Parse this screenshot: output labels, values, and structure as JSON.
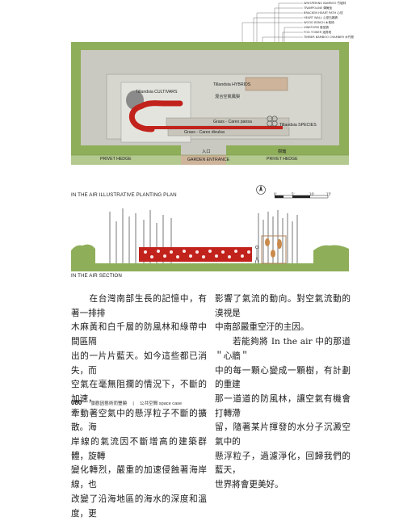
{
  "legend": [
    {
      "en": "WHISPERING BAMBOO",
      "zh": "竹噓林"
    },
    {
      "en": "TRAMPOLINE",
      "zh": "彈簧墊"
    },
    {
      "en": "BRACKEN HEART PATH",
      "zh": "心徑"
    },
    {
      "en": "HEART WALL",
      "zh": "心型石牆牆"
    },
    {
      "en": "WOOD BENCH",
      "zh": "木長椅"
    },
    {
      "en": "VINEFORM",
      "zh": "藤型牆"
    },
    {
      "en": "FOG TOWER",
      "zh": "迷霧塔"
    },
    {
      "en": "TIMBER BAMBOO CHAMBER",
      "zh": "木竹間"
    }
  ],
  "plan": {
    "tillandsia_cultivars": "Tillandsia CULTIVARS",
    "tillandsia_hybrids": "Tillandsia HYBRIDS",
    "mixed_air_plants": "混合空氣鳳梨",
    "grass_pansa": "Grass - Carex pansa",
    "grass_divulsa": "Grass - Carex divulsa",
    "tillandsia_species": "Tillandsia SPECIES",
    "entrance_zh": "入口",
    "exit_zh": "樹籬",
    "privet_hedge_left": "PRIVET HEDGE",
    "garden_entrance": "GARDEN ENTRANCE",
    "privet_hedge_right": "PRIVET HEDGE",
    "caption": "IN THE AIR ILLUSTRATIVE PLANTING PLAN",
    "scale_labels": [
      "0'",
      "5'",
      "10'",
      "15'"
    ]
  },
  "section": {
    "caption": "IN THE AIR SECTION"
  },
  "text_left": [
    "　　在台灣南部生長的記憶中，有著一排排",
    "木麻黃和白千層的防風林和綠帶中間區隔",
    "出的一片片藍天。如今這些都已消失，而",
    "空氣在毫無阻攔的情況下，不斷的加速，",
    "牽動著空氣中的懸浮粒子不斷的擴散。海",
    "岸線的氣流因不斷增高的建築群體，旋轉",
    "變化轉烈，嚴重的加速侵蝕著海岸線，也",
    "改變了沿海地區的海水的深度和溫度，更"
  ],
  "text_right": [
    "影響了氣流的動向。對空氣流動的漠視是",
    "中南部嚴重空汙的主因。",
    "　　若能夠將 In the air 中的那道＂心牆＂",
    "中的每一顆心變成一顆樹，有計劃的重建",
    "那一道道的防風林，讓空氣有機會打轉滯",
    "留，隨著某片揮發的水分子沉澱空氣中的",
    "懸浮粒子，過濾淨化，回歸我們的藍天，",
    "世界將會更美好。"
  ],
  "footer": {
    "page": "080",
    "book": "景觀因藝術而豐饒",
    "section": "公共空間 space case"
  }
}
